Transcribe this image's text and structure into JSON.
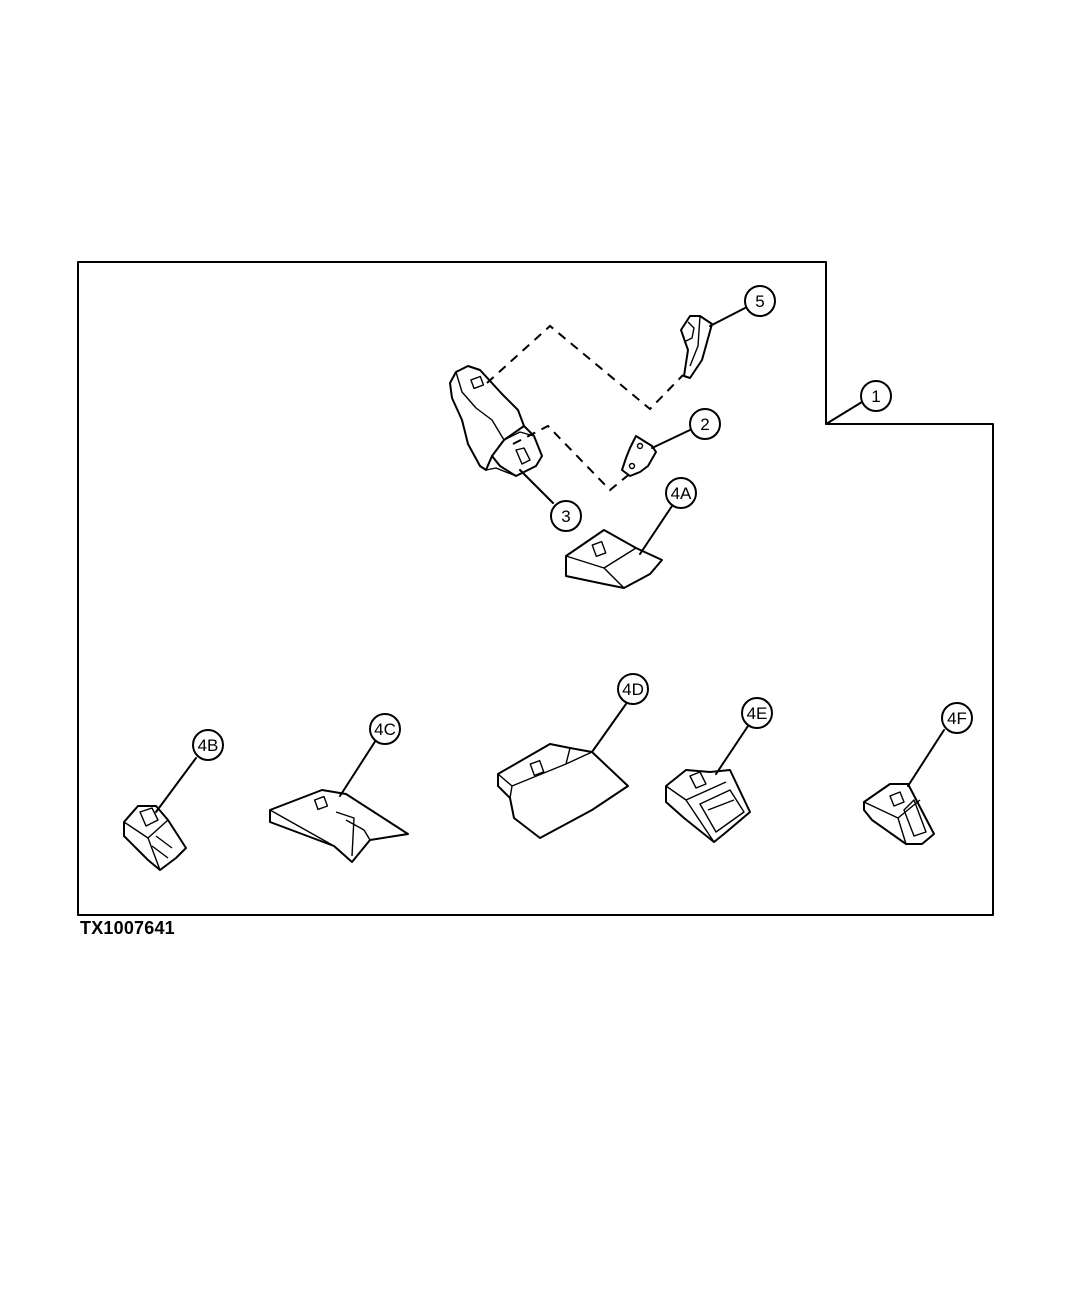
{
  "figure_code": "TX1007641",
  "callouts": {
    "c1": "1",
    "c2": "2",
    "c3": "3",
    "c4a": "4A",
    "c4b": "4B",
    "c4c": "4C",
    "c4d": "4D",
    "c4e": "4E",
    "c4f": "4F",
    "c5": "5"
  }
}
